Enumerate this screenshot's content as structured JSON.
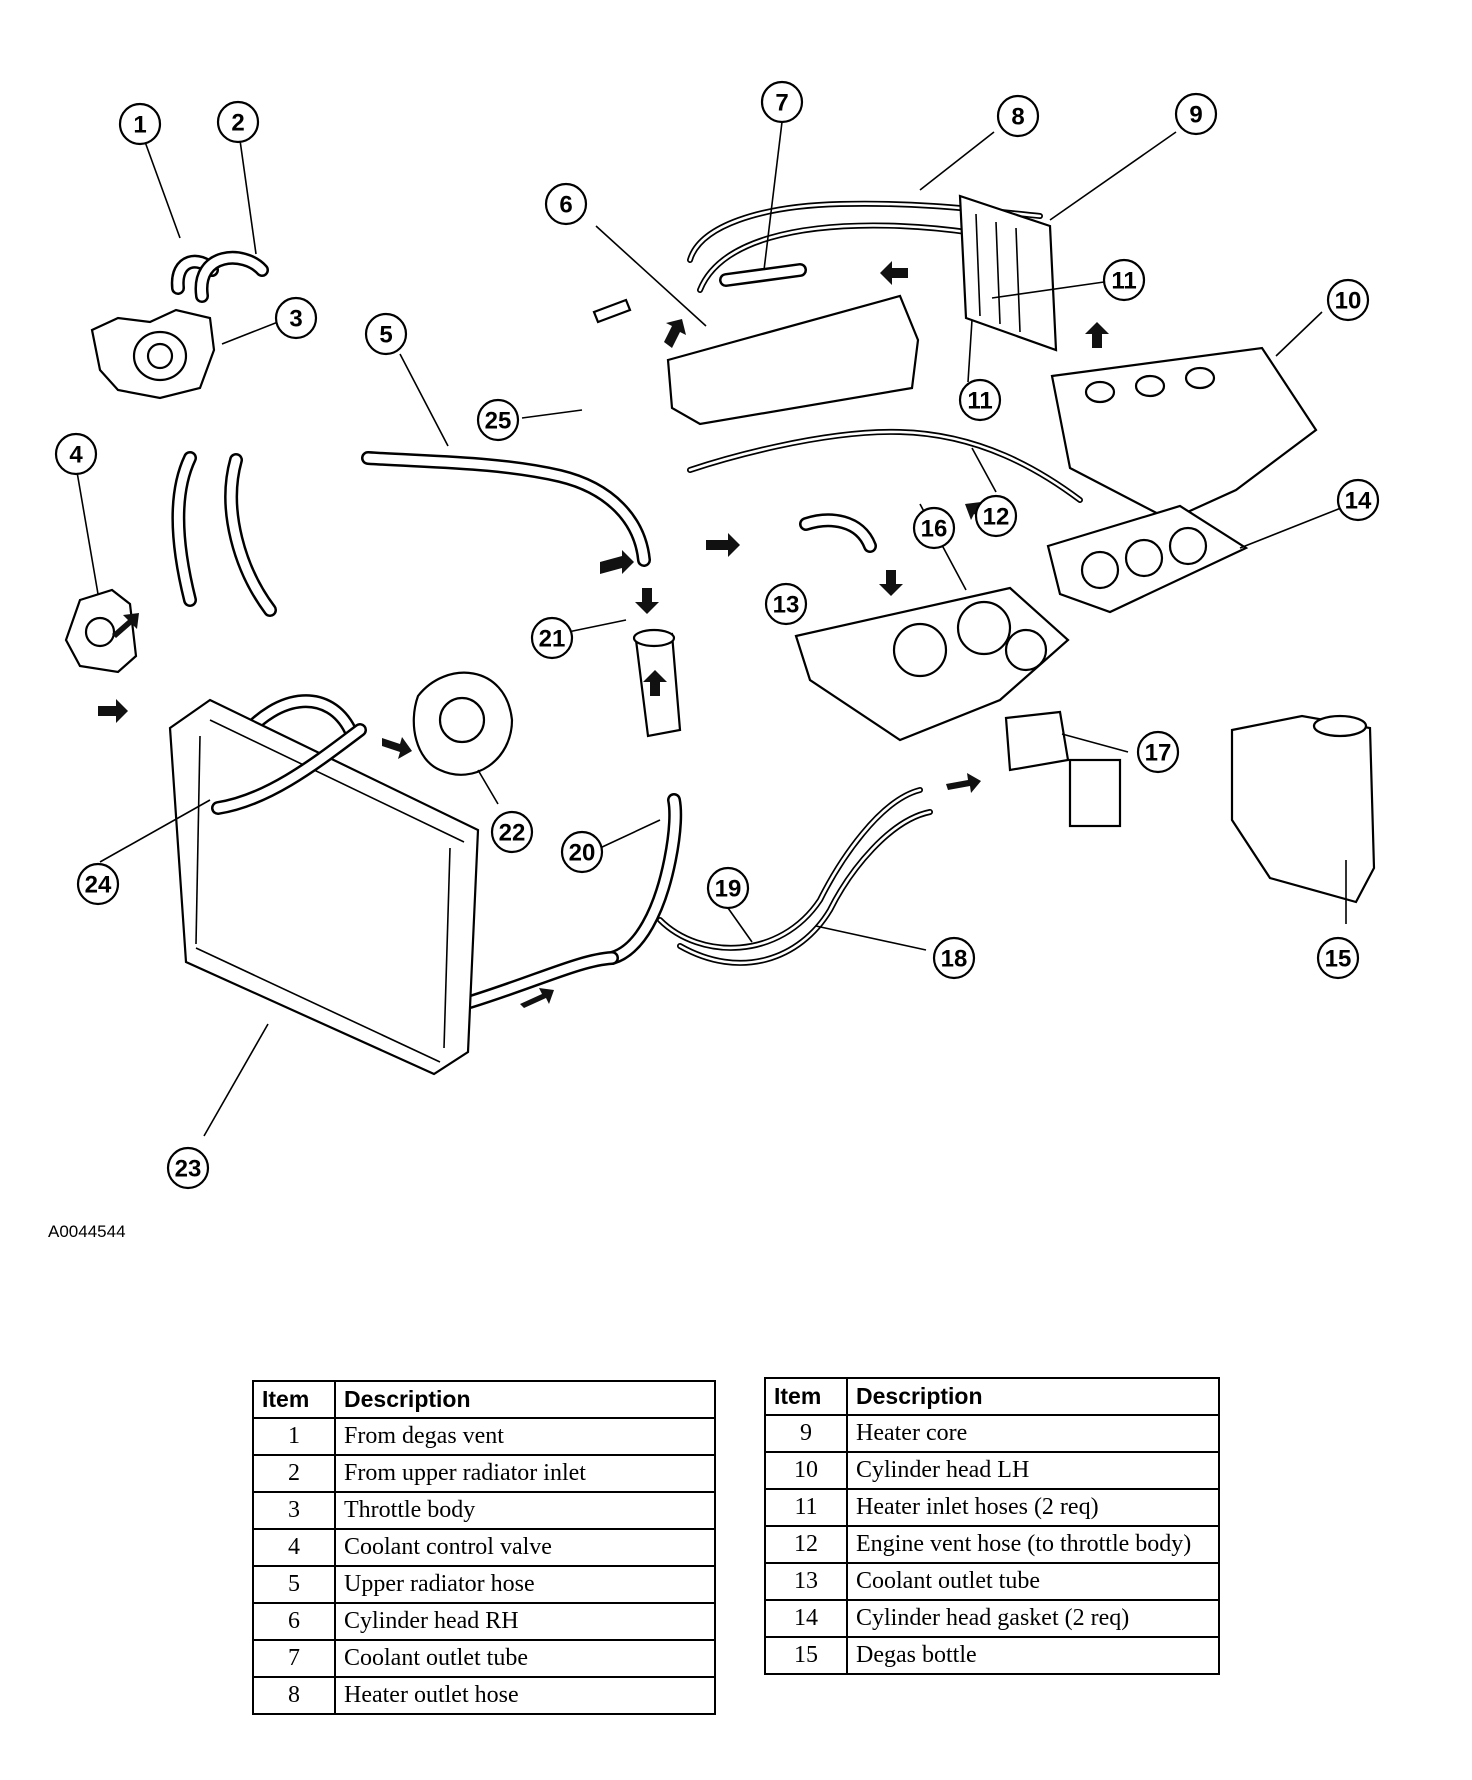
{
  "figure_id": "A0044544",
  "callouts": [
    "1",
    "2",
    "3",
    "4",
    "5",
    "6",
    "7",
    "8",
    "9",
    "10",
    "11",
    "12",
    "13",
    "14",
    "15",
    "16",
    "17",
    "18",
    "19",
    "20",
    "21",
    "22",
    "23",
    "24",
    "25"
  ],
  "legend_left": {
    "headers": [
      "Item",
      "Description"
    ],
    "rows": [
      [
        "1",
        "From degas vent"
      ],
      [
        "2",
        "From upper radiator inlet"
      ],
      [
        "3",
        "Throttle body"
      ],
      [
        "4",
        "Coolant control valve"
      ],
      [
        "5",
        "Upper radiator hose"
      ],
      [
        "6",
        "Cylinder head RH"
      ],
      [
        "7",
        "Coolant outlet tube"
      ],
      [
        "8",
        "Heater outlet hose"
      ]
    ]
  },
  "legend_right": {
    "headers": [
      "Item",
      "Description"
    ],
    "rows": [
      [
        "9",
        "Heater core"
      ],
      [
        "10",
        "Cylinder head LH"
      ],
      [
        "11",
        "Heater inlet hoses (2 req)"
      ],
      [
        "12",
        "Engine vent hose (to throttle body)"
      ],
      [
        "13",
        "Coolant outlet tube"
      ],
      [
        "14",
        "Cylinder head gasket (2 req)"
      ],
      [
        "15",
        "Degas bottle"
      ]
    ]
  }
}
